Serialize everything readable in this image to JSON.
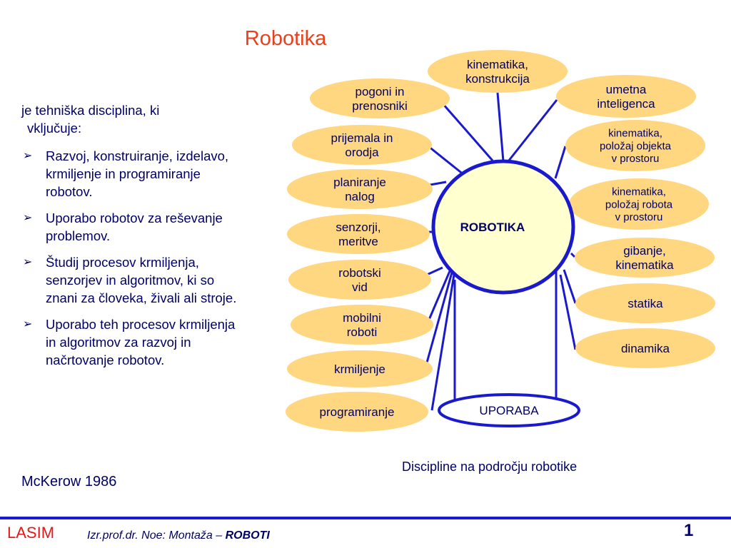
{
  "slide": {
    "title": "Robotika",
    "intro": "je tehniška disciplina, ki",
    "intro_cont": "vključuje:",
    "bullets": [
      "Razvoj, konstruiranje, izdelavo, krmiljenje in programiranje robotov.",
      "Uporabo robotov za reševanje problemov.",
      "Študij procesov krmiljenja, senzorjev in algoritmov, ki so znani za človeka, živali ali stroje.",
      "Uporabo teh procesov krmiljenja in algoritmov za razvoj in načrtovanje robotov."
    ],
    "reference": "McKerow 1986",
    "caption": "Discipline na področju robotike"
  },
  "diagram": {
    "center": "ROBOTIKA",
    "application": "UPORABA",
    "left_nodes": [
      [
        "pogoni in",
        "prenosniki"
      ],
      [
        "prijemala in",
        "orodja"
      ],
      [
        "planiranje",
        "nalog"
      ],
      [
        "senzorji,",
        "meritve"
      ],
      [
        "robotski",
        "vid"
      ],
      [
        "mobilni",
        "roboti"
      ],
      [
        "krmiljenje"
      ],
      [
        "programiranje"
      ]
    ],
    "right_nodes": [
      [
        "kinematika,",
        "konstrukcija"
      ],
      [
        "umetna",
        "inteligenca"
      ],
      [
        "kinematika,",
        "položaj objekta",
        "v prostoru"
      ],
      [
        "kinematika,",
        "položaj robota",
        "v prostoru"
      ],
      [
        "gibanje,",
        "kinematika"
      ],
      [
        "statika"
      ],
      [
        "dinamika"
      ]
    ],
    "colors": {
      "node_fill": "#ffd780",
      "center_fill": "#ffffd0",
      "line": "#1a1acc",
      "text": "#000066"
    }
  },
  "footer": {
    "org": "LASIM",
    "author": "Izr.prof.dr. Noe: Montaža – ",
    "course": "ROBOTI",
    "page": "1"
  }
}
